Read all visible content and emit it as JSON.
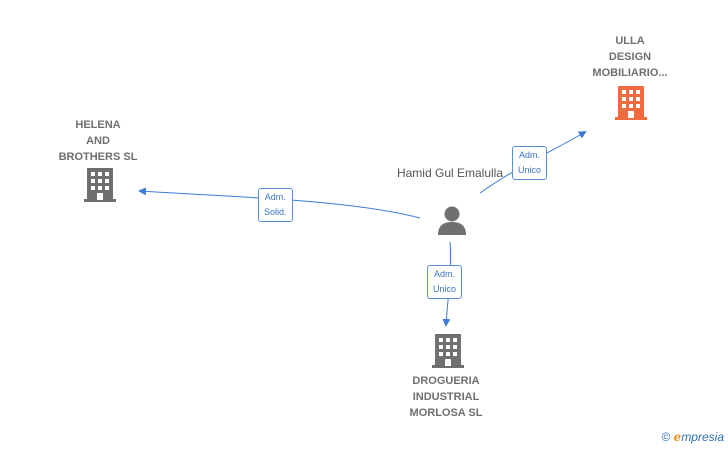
{
  "center_person": {
    "name": "Hamid Gul\nEmalulla",
    "icon": "person-icon"
  },
  "companies": [
    {
      "id": "ulla",
      "name": "ULLA\nDESIGN\nMOBILIARIO...",
      "icon": "building-icon",
      "color": "#f26a3d"
    },
    {
      "id": "helena",
      "name": "HELENA\nAND\nBROTHERS  SL",
      "icon": "building-icon",
      "color": "#707070"
    },
    {
      "id": "drogueria",
      "name": "DROGUERIA\nINDUSTRIAL\nMORLOSA  SL",
      "icon": "building-icon",
      "color": "#707070"
    }
  ],
  "relations": [
    {
      "to": "ulla",
      "label": "Adm.\nUnico"
    },
    {
      "to": "helena",
      "label": "Adm.\nSolid."
    },
    {
      "to": "drogueria",
      "label": "Adm.\nUnico"
    }
  ],
  "brand": {
    "copyright": "©",
    "first_letter": "e",
    "rest": "mpresia"
  },
  "colors": {
    "edge": "#3b7dd8",
    "gray_building": "#707070",
    "highlight_building": "#f26a3d"
  }
}
